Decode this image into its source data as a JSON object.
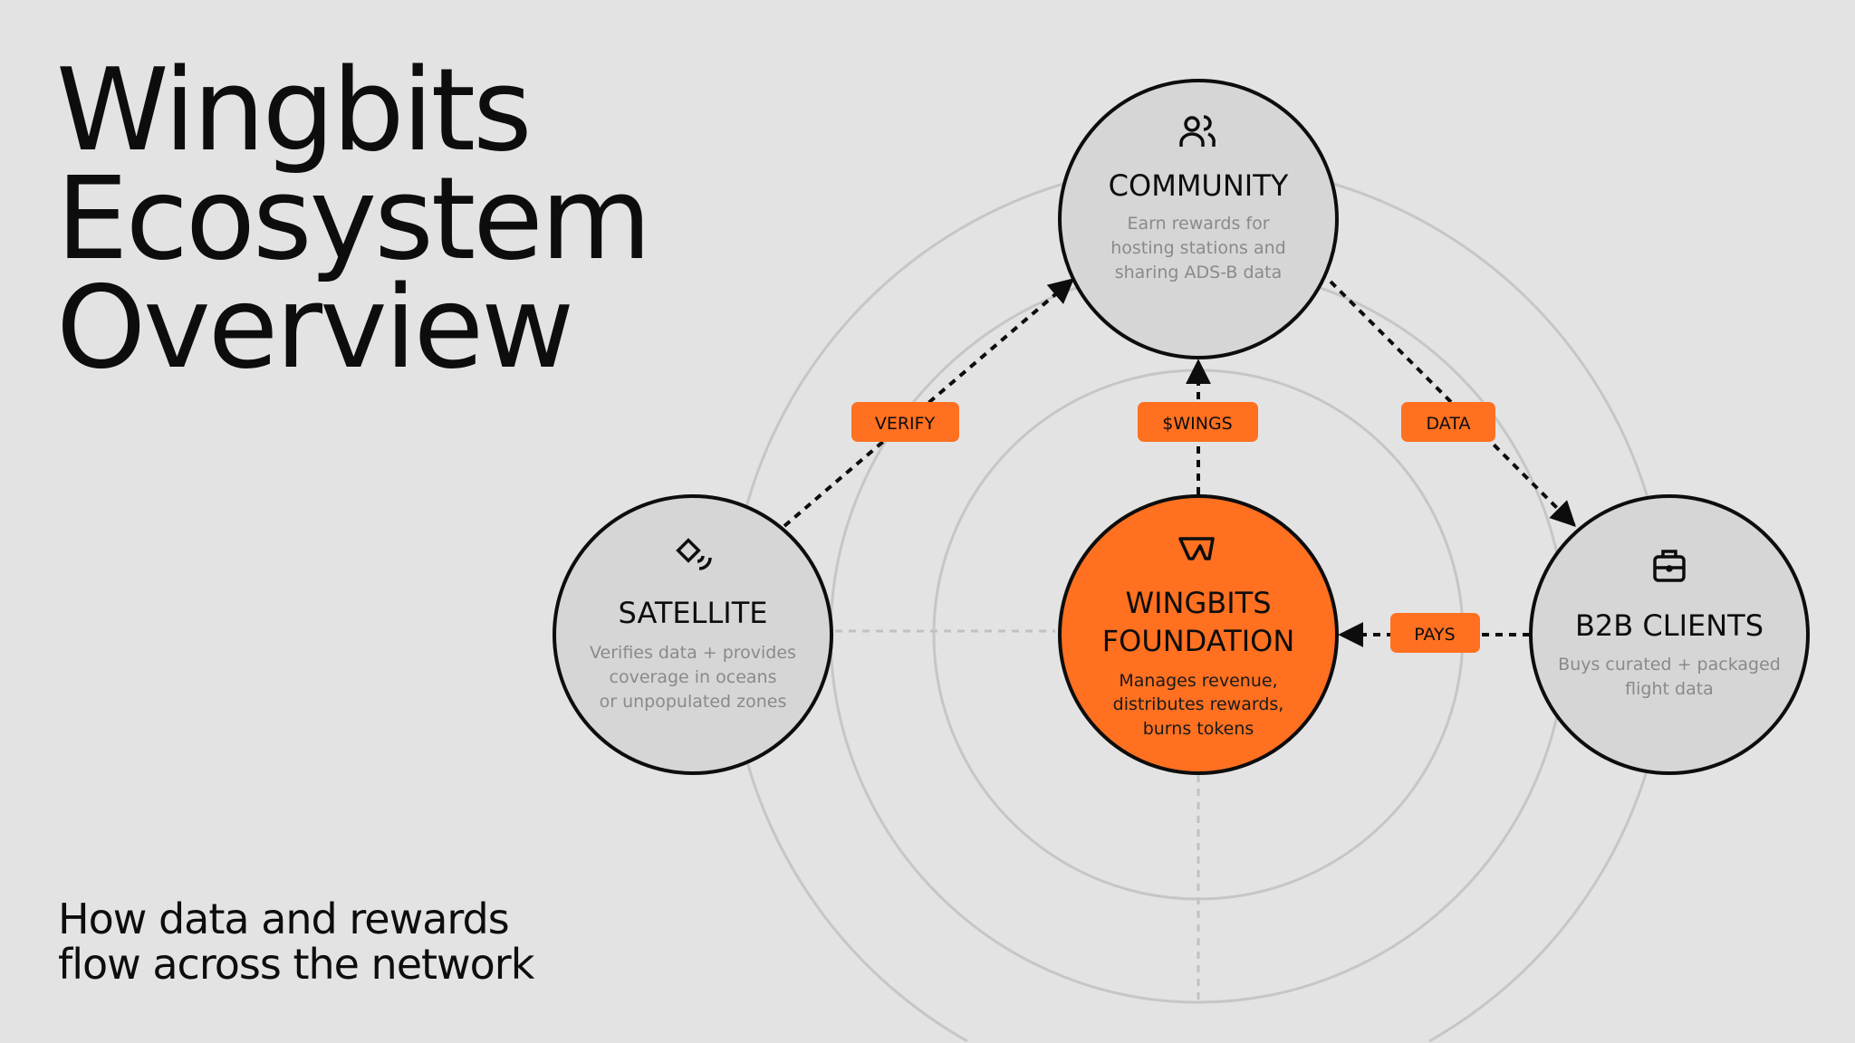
{
  "title": {
    "lines": [
      "Wingbits",
      "Ecosystem",
      "Overview"
    ]
  },
  "subtitle": {
    "lines": [
      "How data and rewards",
      "flow across the network"
    ]
  },
  "colors": {
    "accent": "#ff7020",
    "background": "#e3e3e3",
    "node": "#d6d6d6",
    "ring": "#c4c4c4"
  },
  "nodes": {
    "community": {
      "icon": "users-icon",
      "title": "COMMUNITY",
      "desc": [
        "Earn rewards for",
        "hosting stations and",
        "sharing ADS-B data"
      ]
    },
    "foundation": {
      "icon": "wingbits-logo-icon",
      "title": [
        "WINGBITS",
        "FOUNDATION"
      ],
      "desc": [
        "Manages revenue,",
        "distributes rewards,",
        "burns tokens"
      ]
    },
    "satellite": {
      "icon": "satellite-icon",
      "title": "SATELLITE",
      "desc": [
        "Verifies data + provides",
        "coverage in oceans",
        "or unpopulated zones"
      ]
    },
    "b2b": {
      "icon": "briefcase-icon",
      "title": "B2B CLIENTS",
      "desc": [
        "Buys curated + packaged",
        "flight data"
      ]
    }
  },
  "flows": {
    "verify": "VERIFY",
    "wings": "$WINGS",
    "data": "DATA",
    "pays": "PAYS"
  }
}
